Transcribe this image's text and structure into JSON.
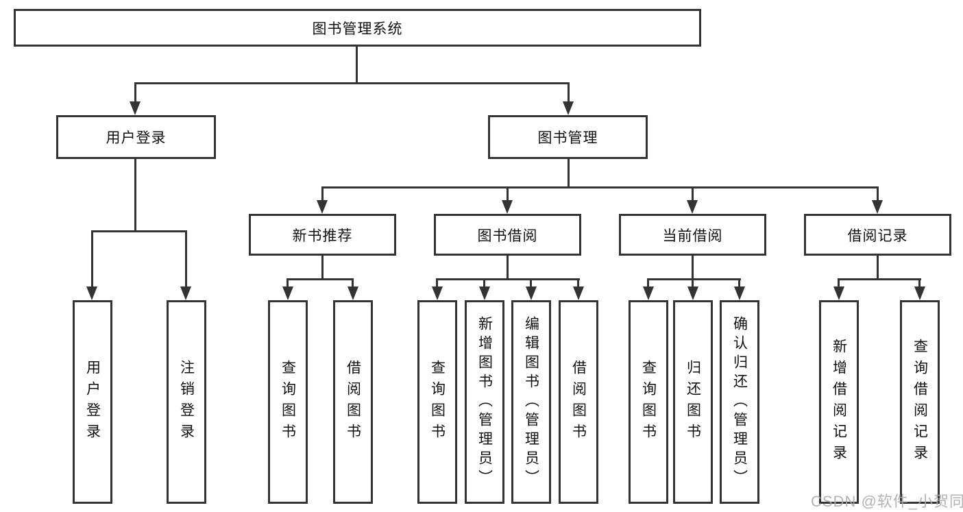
{
  "tree": {
    "label": "图书管理系统",
    "children": [
      {
        "label": "用户登录",
        "children": [
          {
            "label": "用户登录"
          },
          {
            "label": "注销登录"
          }
        ]
      },
      {
        "label": "图书管理",
        "children": [
          {
            "label": "新书推荐",
            "children": [
              {
                "label": "查询图书"
              },
              {
                "label": "借阅图书"
              }
            ]
          },
          {
            "label": "图书借阅",
            "children": [
              {
                "label": "查询图书"
              },
              {
                "label": "新增图书（管理员）"
              },
              {
                "label": "编辑图书（管理员）"
              },
              {
                "label": "借阅图书"
              }
            ]
          },
          {
            "label": "当前借阅",
            "children": [
              {
                "label": "查询图书"
              },
              {
                "label": "归还图书"
              },
              {
                "label": "确认归还（管理员）"
              }
            ]
          },
          {
            "label": "借阅记录",
            "children": [
              {
                "label": "新增借阅记录"
              },
              {
                "label": "查询借阅记录"
              }
            ]
          }
        ]
      }
    ]
  },
  "watermark": "CSDN @软件_小贺同学",
  "colors": {
    "line": "#333333",
    "text": "#111111",
    "background": "#ffffff",
    "watermark": "#ababab"
  }
}
